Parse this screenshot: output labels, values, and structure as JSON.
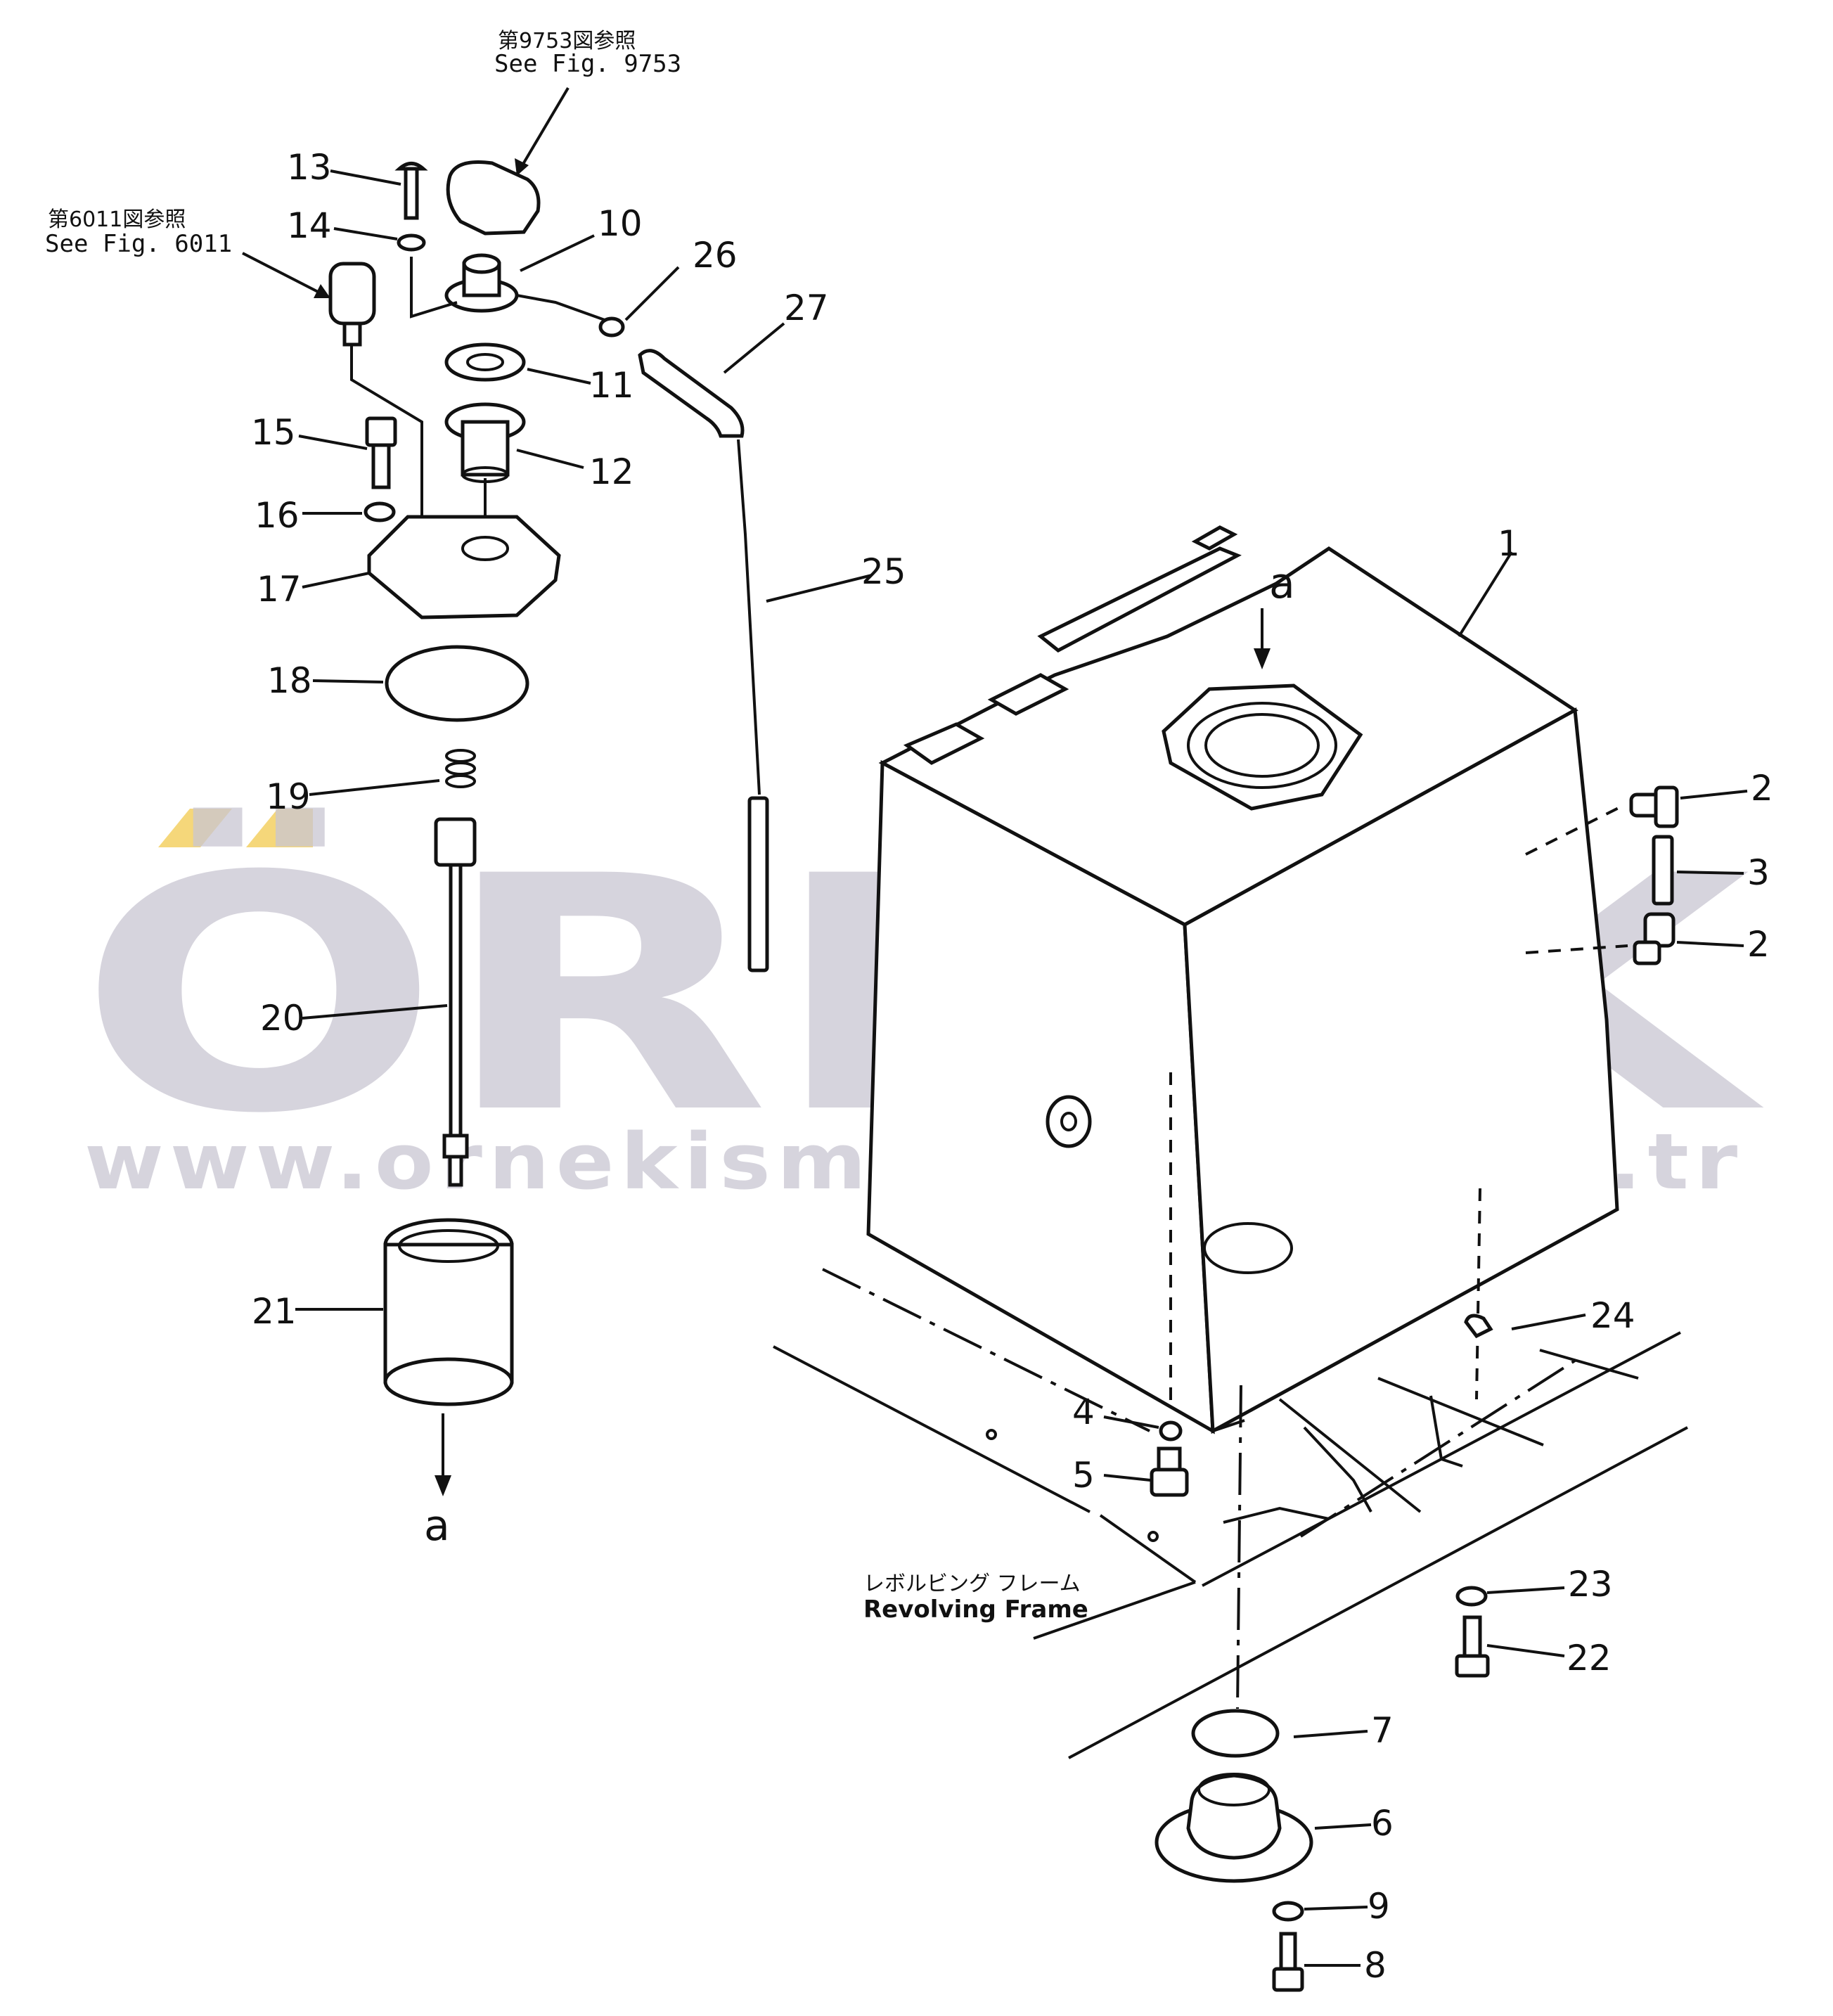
{
  "references": {
    "fig_9753_jp": "第9753図参照",
    "fig_9753_en": "See Fig. 9753",
    "fig_6011_jp": "第6011図参照",
    "fig_6011_en": "See Fig. 6011"
  },
  "part_numbers": {
    "p1": "1",
    "p2a": "2",
    "p2b": "2",
    "p3": "3",
    "p4": "4",
    "p5": "5",
    "p6": "6",
    "p7": "7",
    "p8": "8",
    "p9": "9",
    "p10": "10",
    "p11": "11",
    "p12": "12",
    "p13": "13",
    "p14": "14",
    "p15": "15",
    "p16": "16",
    "p17": "17",
    "p18": "18",
    "p19": "19",
    "p20": "20",
    "p21": "21",
    "p22": "22",
    "p23": "23",
    "p24": "24",
    "p25": "25",
    "p26": "26",
    "p27": "27"
  },
  "markers": {
    "view_a_top": "a",
    "view_a_bottom": "a"
  },
  "frame_label": {
    "jp": "レボルビング フレーム",
    "en": "Revolving Frame"
  },
  "watermark": {
    "brand": "ÖRNEK",
    "url": "www.ornekismakinalari.com.tr",
    "color": "#c9c6d2",
    "accent_color": "#f5d77a"
  }
}
